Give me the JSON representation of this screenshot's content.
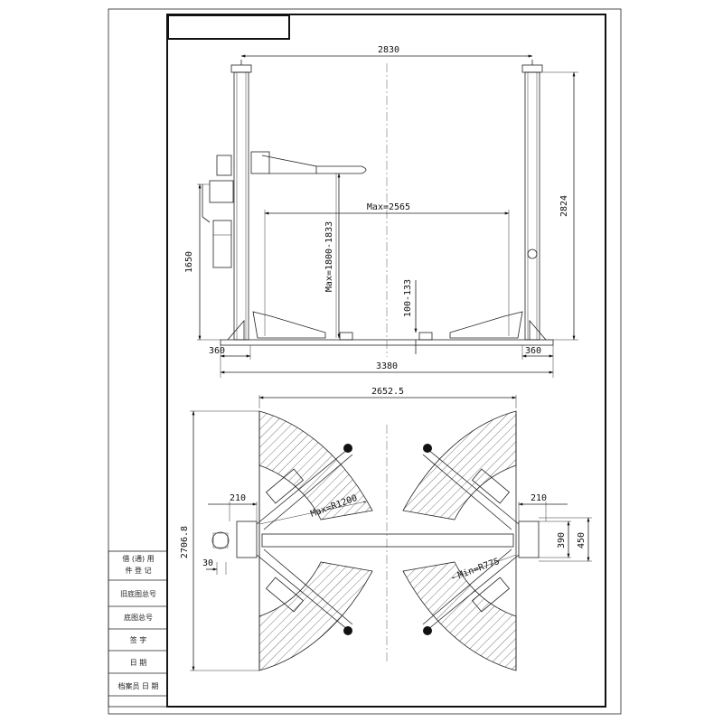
{
  "front_view": {
    "dims": {
      "overall_width_top": "2830",
      "arm_reach": "Max=2565",
      "column_height": "2824",
      "lift_height": "Max=1800-1833",
      "motor_height": "1650",
      "pad_height": "100-133",
      "base_left": "360",
      "base_right": "360",
      "overall_width_base": "3380"
    }
  },
  "plan_view": {
    "dims": {
      "overall_width": "2652.5",
      "overall_depth": "2706.8",
      "arm_offset_left": "210",
      "arm_offset_right": "210",
      "post_depth_inner": "390",
      "post_depth_outer": "450",
      "max_radius": "Max=R1200",
      "min_radius": "Min=R775",
      "small_offset": "30"
    }
  },
  "title_block": {
    "rows": [
      "借 (通) 用",
      "件 登 记",
      "旧底图总号",
      "底图总号",
      "签 字",
      "日 期",
      "档案员 日 期"
    ]
  }
}
